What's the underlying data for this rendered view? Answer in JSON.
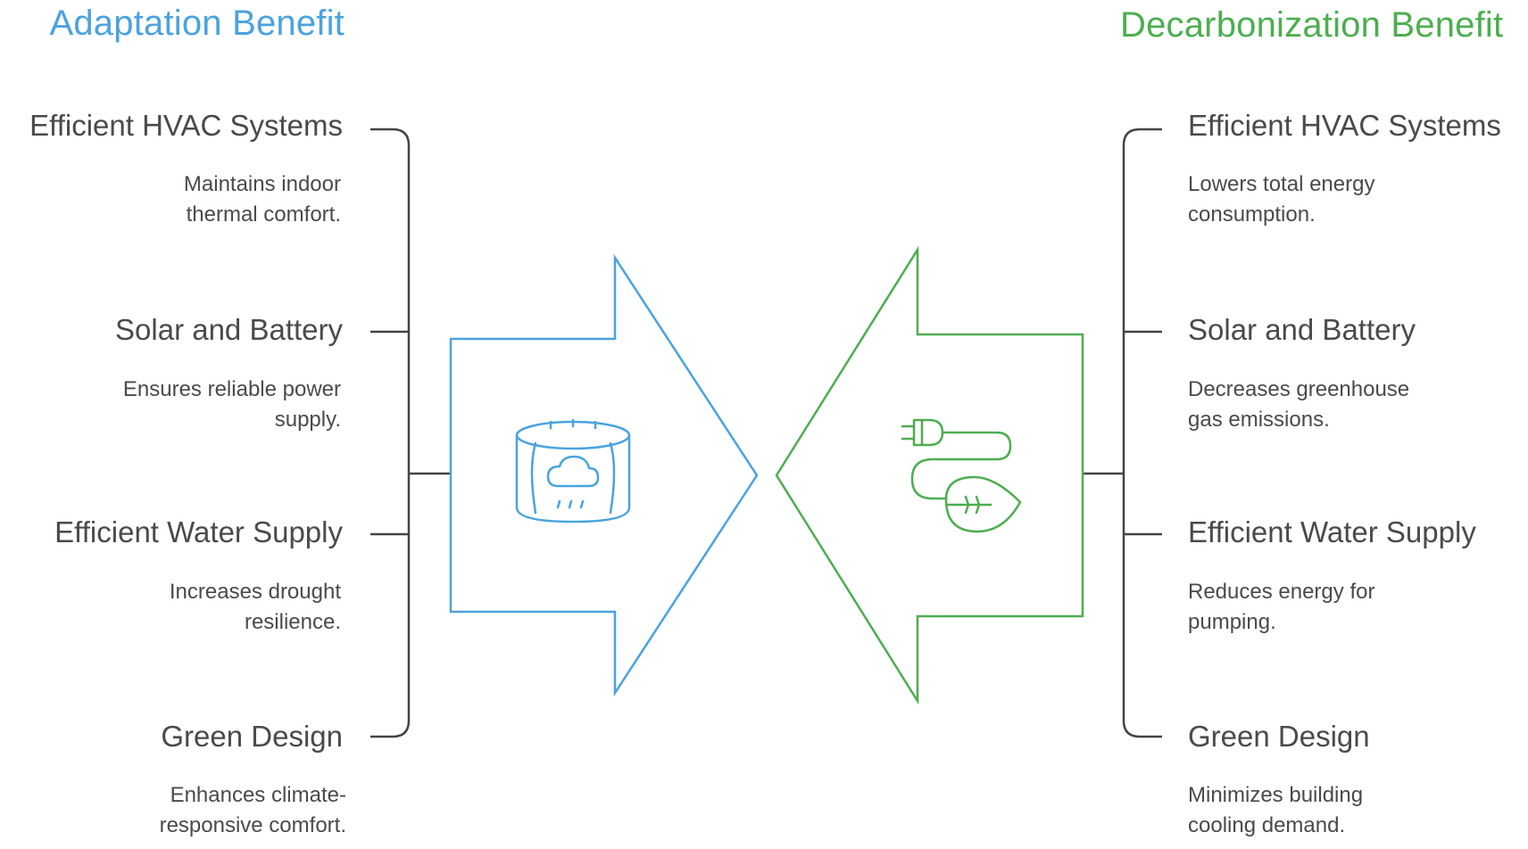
{
  "colors": {
    "adaptation": "#4aa3df",
    "decarbonization": "#4cae4f",
    "connector": "#444444",
    "text": "#4a4a4a"
  },
  "left": {
    "heading": "Adaptation Benefit",
    "icon": "cloud-rain-cylinder-icon",
    "items": [
      {
        "title": "Efficient HVAC Systems",
        "desc": "Maintains indoor thermal comfort."
      },
      {
        "title": "Solar and Battery",
        "desc": "Ensures reliable power supply."
      },
      {
        "title": "Efficient Water Supply",
        "desc": "Increases drought resilience."
      },
      {
        "title": "Green Design",
        "desc": "Enhances climate-responsive comfort."
      }
    ]
  },
  "right": {
    "heading": "Decarbonization Benefit",
    "icon": "plug-leaf-icon",
    "items": [
      {
        "title": "Efficient HVAC Systems",
        "desc": "Lowers total energy consumption."
      },
      {
        "title": "Solar and Battery",
        "desc": "Decreases greenhouse gas emissions."
      },
      {
        "title": "Efficient Water Supply",
        "desc": "Reduces energy for pumping."
      },
      {
        "title": "Green Design",
        "desc": "Minimizes building cooling demand."
      }
    ]
  }
}
